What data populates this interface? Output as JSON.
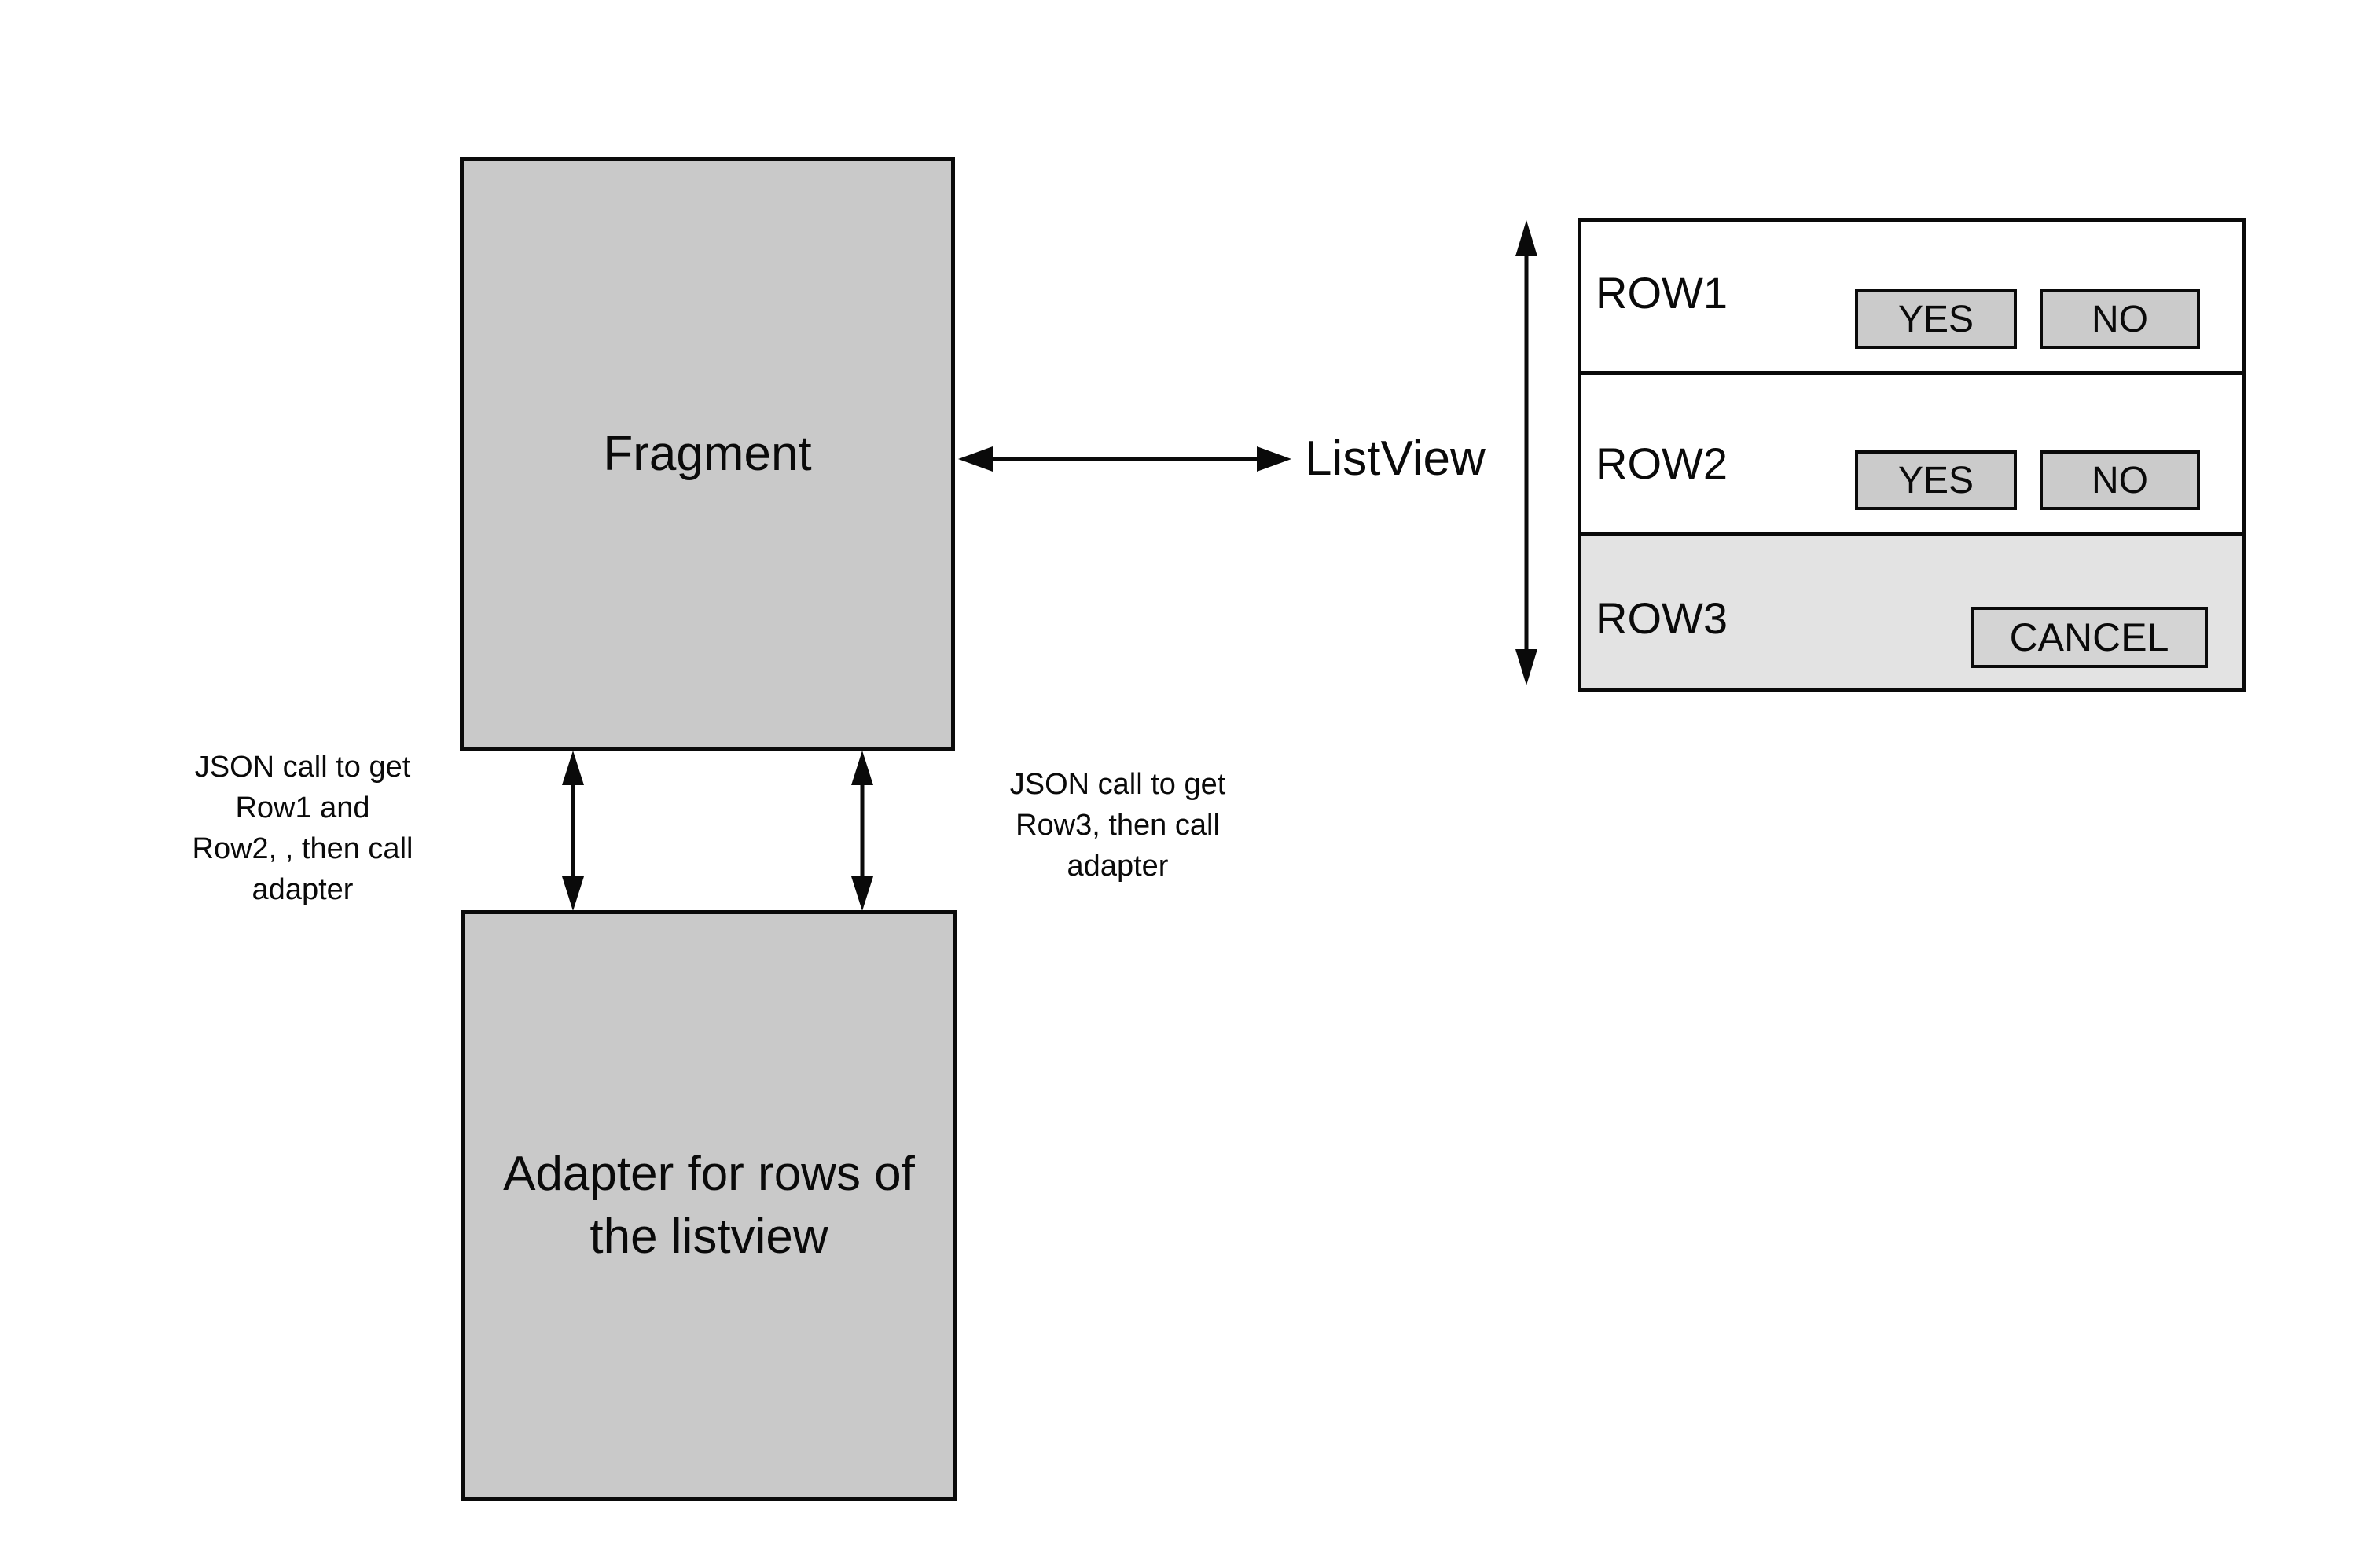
{
  "diagram": {
    "fragment_box": {
      "label": "Fragment"
    },
    "adapter_box": {
      "label": "Adapter for rows of\nthe listview"
    },
    "listview_label": "ListView",
    "annotations": {
      "left_json_note": "JSON call to get\nRow1 and\nRow2, , then call\nadapter",
      "right_json_note": "JSON call to get\nRow3, then call\nadapter"
    },
    "listview": {
      "rows": [
        {
          "label": "ROW1",
          "highlighted": false,
          "buttons": [
            "YES",
            "NO"
          ]
        },
        {
          "label": "ROW2",
          "highlighted": false,
          "buttons": [
            "YES",
            "NO"
          ]
        },
        {
          "label": "ROW3",
          "highlighted": true,
          "buttons": [
            "CANCEL"
          ]
        }
      ]
    },
    "colors": {
      "box_fill": "#c9c9c9",
      "row_highlight_fill": "#e3e3e3",
      "button_fill": "#cbcbcb",
      "cancel_fill": "#d4d4d4",
      "line_color": "#0a0a0a"
    }
  }
}
